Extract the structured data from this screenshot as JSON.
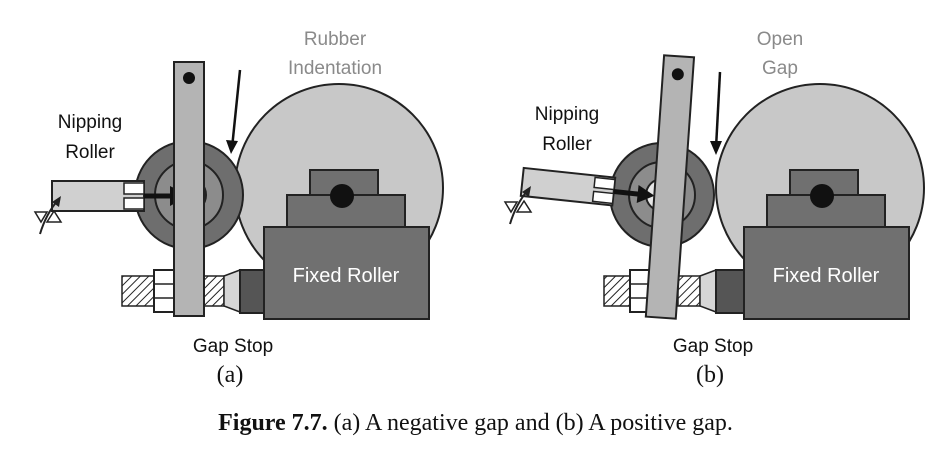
{
  "panel_a": {
    "callout": [
      "Rubber",
      "Indentation"
    ],
    "nipping_label": [
      "Nipping",
      "Roller"
    ],
    "fixed_roller_label": "Fixed Roller",
    "gap_stop_label": "Gap Stop",
    "sublabel": "(a)"
  },
  "panel_b": {
    "callout": [
      "Open",
      "Gap"
    ],
    "nipping_label": [
      "Nipping",
      "Roller"
    ],
    "fixed_roller_label": "Fixed Roller",
    "gap_stop_label": "Gap Stop",
    "sublabel": "(b)"
  },
  "caption": {
    "label": "Figure 7.7.",
    "text": " (a) A negative gap and (b) A positive gap."
  },
  "colors": {
    "nip_roller_outer": "#6e6e6e",
    "nip_roller_mid": "#8c8c8c",
    "fixed_roller": "#c8c8c8",
    "housing": "#707070",
    "plate": "#b4b4b4"
  }
}
